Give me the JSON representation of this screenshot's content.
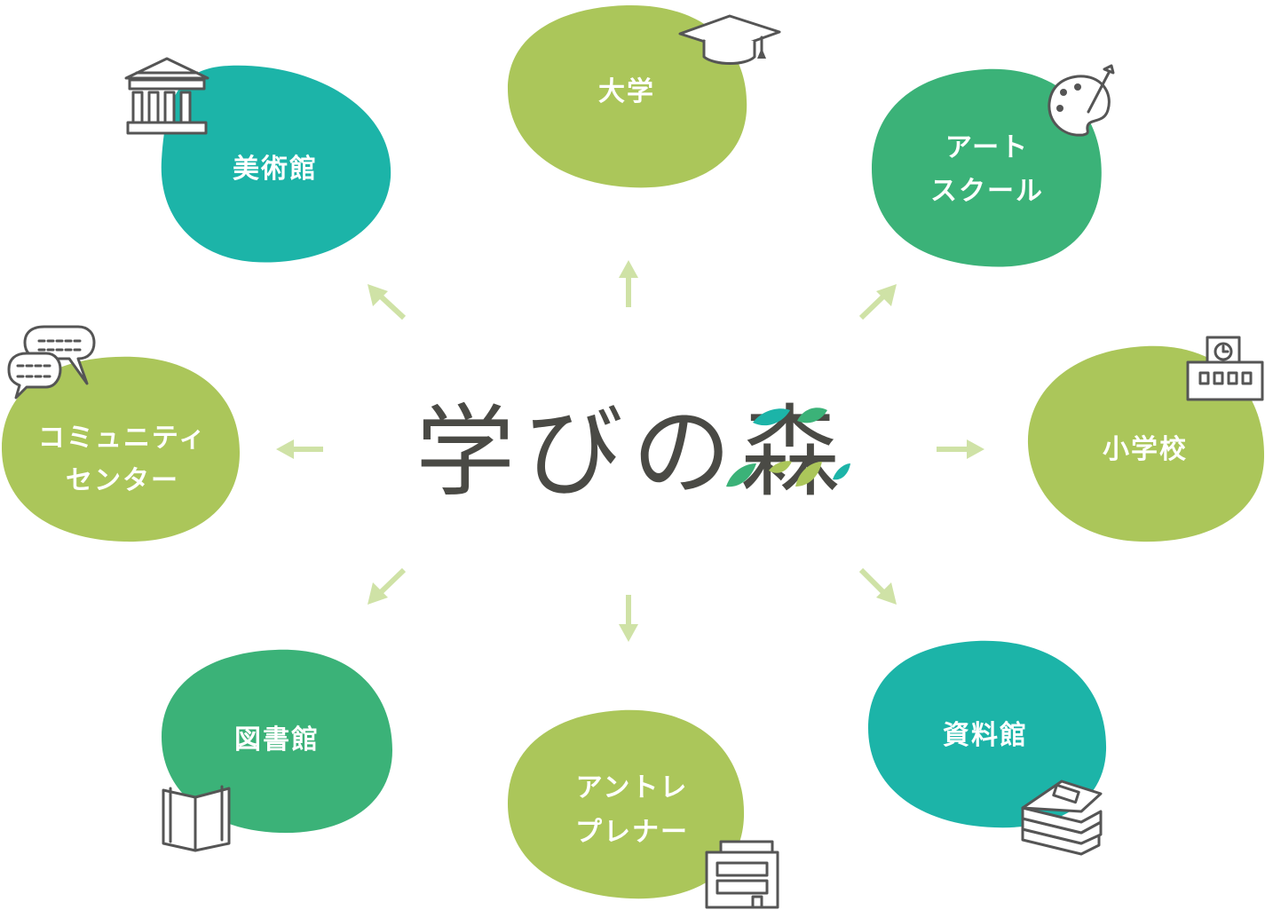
{
  "center": {
    "title": "学びの森"
  },
  "colors": {
    "teal": "#1cb4a8",
    "green": "#3bb278",
    "lime": "#abc65a",
    "arrow": "#cfe2a6",
    "icon": "#555555",
    "title": "#4a4a45"
  },
  "nodes": {
    "university": {
      "lines": [
        "大学"
      ],
      "icon": "graduation-cap-icon"
    },
    "art_museum": {
      "lines": [
        "美術館"
      ],
      "icon": "museum-icon"
    },
    "art_school": {
      "lines": [
        "アート",
        "スクール"
      ],
      "icon": "palette-icon"
    },
    "community_center": {
      "lines": [
        "コミュニティ",
        "センター"
      ],
      "icon": "speech-bubbles-icon"
    },
    "elementary_school": {
      "lines": [
        "小学校"
      ],
      "icon": "school-building-icon"
    },
    "library": {
      "lines": [
        "図書館"
      ],
      "icon": "open-book-icon"
    },
    "entrepreneur": {
      "lines": [
        "アントレ",
        "プレナー"
      ],
      "icon": "shop-icon"
    },
    "archive": {
      "lines": [
        "資料館"
      ],
      "icon": "stacked-books-icon"
    }
  }
}
